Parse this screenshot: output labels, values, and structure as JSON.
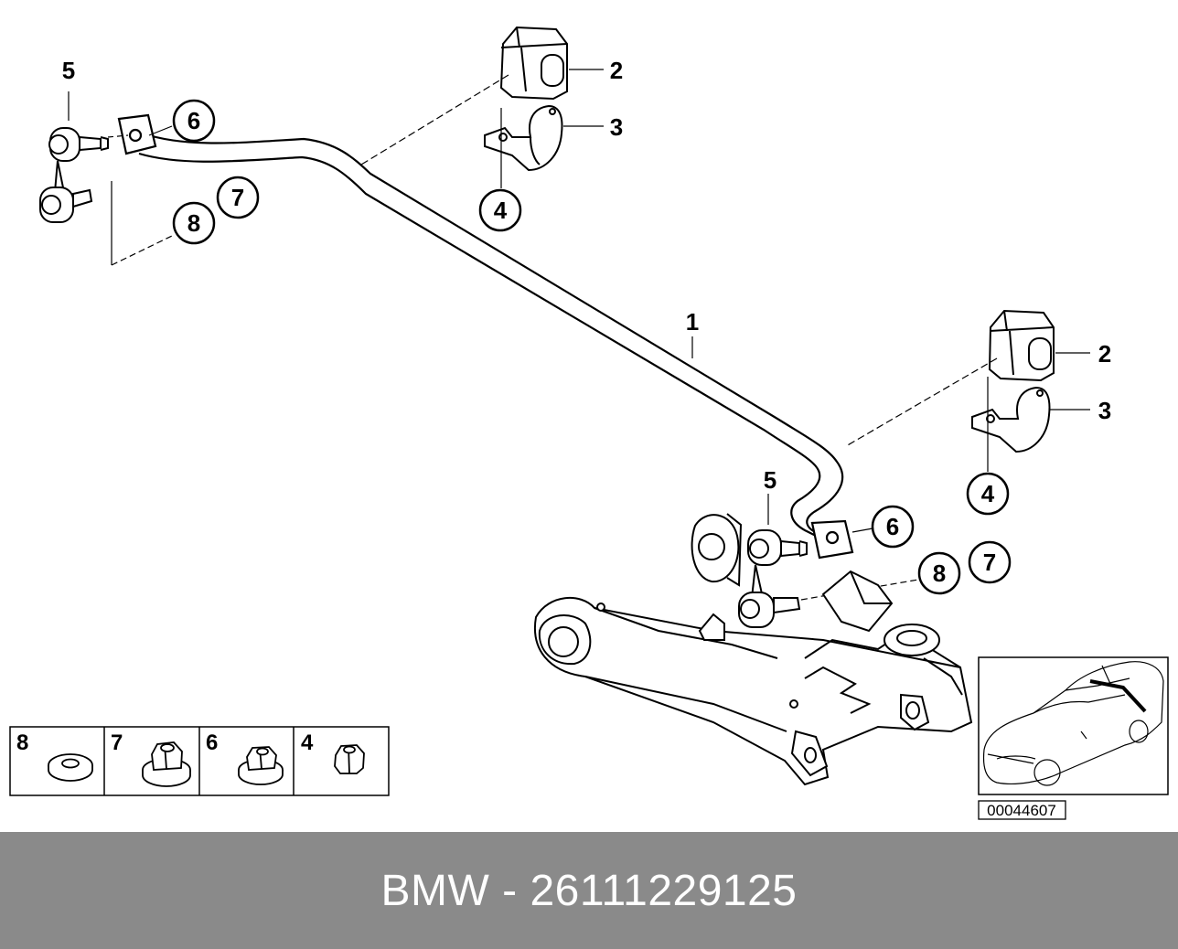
{
  "diagram": {
    "labels": {
      "bar": "1",
      "bush_l": "2",
      "bush_r": "2",
      "clamp_l": "3",
      "clamp_r": "3",
      "bolt_l": "4",
      "bolt_r": "4",
      "link_l": "5",
      "link_r": "5",
      "nut6_l": "6",
      "nut6_r": "6",
      "nut7_l": "7",
      "nut7_r": "7",
      "washer_l": "8",
      "washer_r": "8"
    },
    "hardware": [
      {
        "num": "8",
        "part": "washer"
      },
      {
        "num": "7",
        "part": "collar-nut"
      },
      {
        "num": "6",
        "part": "flange-nut"
      },
      {
        "num": "4",
        "part": "hex-nut"
      }
    ],
    "reference_code": "00044607"
  },
  "footer": {
    "caption": "BMW - 26111229125"
  },
  "colors": {
    "line": "#000000",
    "footer_bg": "#8a8a8a",
    "footer_text": "#ffffff"
  }
}
